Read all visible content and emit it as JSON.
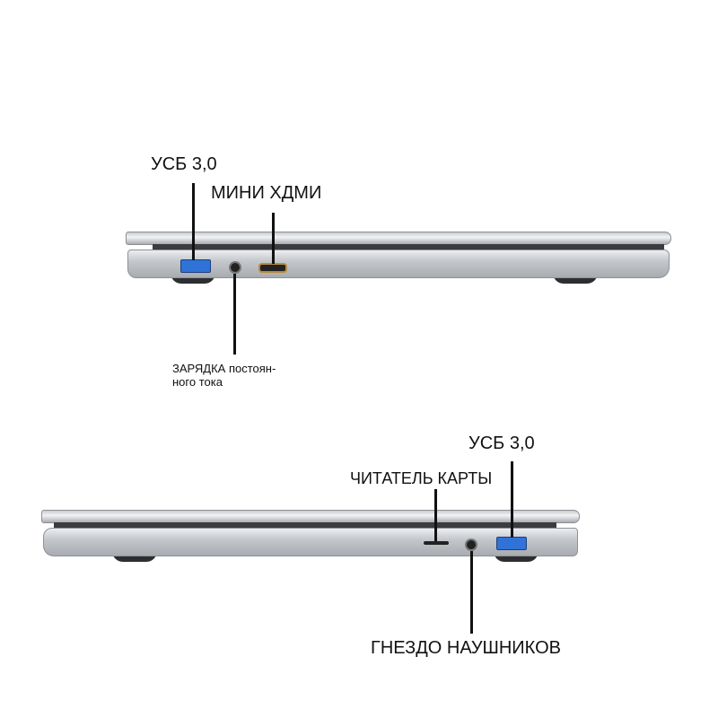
{
  "top_laptop": {
    "labels": {
      "usb": "УСБ 3,0",
      "mini_hdmi": "МИНИ ХДМИ",
      "dc_charging_line1": "ЗАРЯДКА постоян-",
      "dc_charging_line2": "ного тока"
    }
  },
  "bottom_laptop": {
    "labels": {
      "usb": "УСБ 3,0",
      "card_reader": "ЧИТАТЕЛЬ КАРТЫ",
      "headphone_jack": "ГНЕЗДО НАУШНИКОВ"
    }
  },
  "colors": {
    "usb_port": "#2f73d8",
    "hdmi_port": "#b78a3b",
    "leader_line": "#111111"
  }
}
